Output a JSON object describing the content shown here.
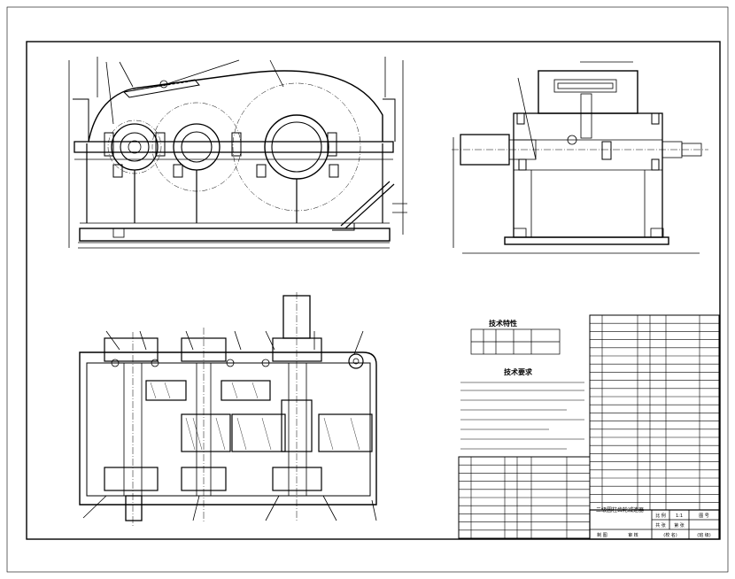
{
  "spec_table": {
    "title": "技术特性",
    "rows": [
      [
        "",
        "",
        "",
        ""
      ],
      [
        "",
        "",
        "",
        ""
      ]
    ]
  },
  "tech_req": {
    "title": "技术要求",
    "lines": [
      "",
      "",
      "",
      "",
      "",
      "",
      "",
      "",
      ""
    ]
  },
  "title_block": {
    "drawing_name": "二级圆柱齿轮减速器",
    "fields": [
      "比 例",
      "1:1",
      "图 号",
      "共 张",
      "第 张",
      "制 图",
      "审 核",
      "(校 名)",
      "(班 级)"
    ]
  },
  "colors": {
    "ink": "#000000",
    "paper": "#ffffff"
  }
}
